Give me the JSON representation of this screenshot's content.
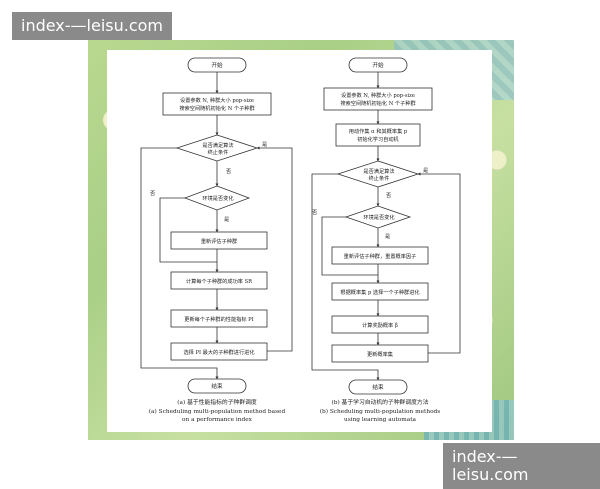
{
  "watermark": "index-—leisu.com",
  "left": {
    "start": "开始",
    "set1": "设置参数 N, 种群大小 pop-size",
    "set2": "搜索空间随机初始化 N 个子种群",
    "term1": "是否满足算法",
    "term2": "终止条件",
    "no": "否",
    "yes": "是",
    "env": "环境是否变化",
    "env_no": "否",
    "env_yes": "是",
    "reeval": "重新评估子种群",
    "success": "计算每个子种群的成功率 SR",
    "update": "更新每个子种群的性能指标 PI",
    "select": "选择 PI 最大的子种群进行进化",
    "end": "结束",
    "cap1": "(a) 基于性能指标的子种群调度",
    "cap2": "(a) Scheduling multi-population method based",
    "cap3": "on a performance index"
  },
  "right": {
    "start": "开始",
    "set1": "设置参数 N, 种群大小 pop-size",
    "set2": "搜索空间随机初始化 N 个子种群",
    "act1": "用动作集 α 和其概率集 p",
    "act2": "初始化学习自动机",
    "term1": "是否满足算法",
    "term2": "终止条件",
    "no": "否",
    "yes": "是",
    "env": "环境是否变化",
    "env_no": "否",
    "env_yes": "是",
    "reeval": "重新评估子种群，重置概率因子",
    "choose": "根据概率集 p 选择一个子种群进化",
    "reward": "计算奖励概率 β",
    "updp": "更新概率集",
    "end": "结束",
    "cap1": "(b) 基于学习自动机的子种群调度方法",
    "cap2": "(b) Scheduling multi-population methods",
    "cap3": "using learning automata"
  }
}
